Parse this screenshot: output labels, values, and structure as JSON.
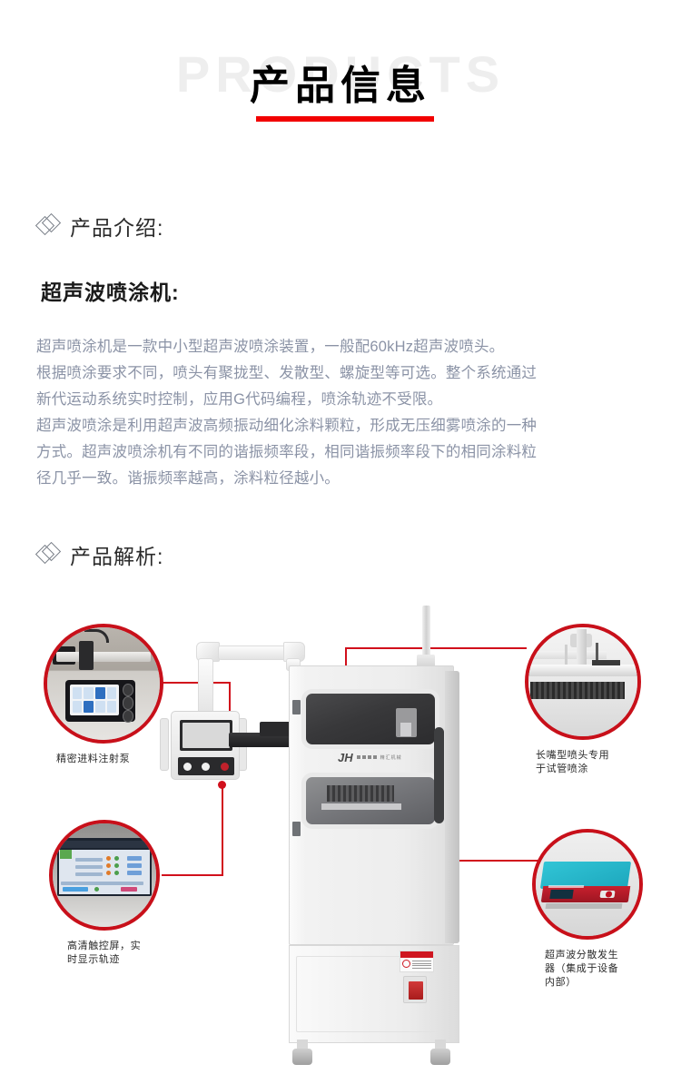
{
  "header": {
    "watermark": "PRODUCTS",
    "title": "产品信息",
    "accent_color": "#f20000"
  },
  "sections": [
    {
      "icon": "double-diamond-icon",
      "heading": "产品介绍:",
      "subtitle": "超声波喷涂机:",
      "body": "超声喷涂机是一款中小型超声波喷涂装置，一般配60kHz超声波喷头。\n根据喷涂要求不同，喷头有聚拢型、发散型、螺旋型等可选。整个系统通过\n新代运动系统实时控制，应用G代码编程，喷涂轨迹不受限。\n超声波喷涂是利用超声波高频振动细化涂料颗粒，形成无压细雾喷涂的一种\n方式。超声波喷涂机有不同的谐振频率段，相同谐振频率段下的相同涂料粒\n径几乎一致。谐振频率越高，涂料粒径越小。"
    },
    {
      "icon": "double-diamond-icon",
      "heading": "产品解析:"
    }
  ],
  "diagram": {
    "product_name": "超声波喷涂机",
    "machine_logo": "精汇机械",
    "line_color": "#d1101c",
    "bubble_border_color": "#c8101a",
    "callouts": [
      {
        "id": "top-left",
        "label": "精密进料注射泵",
        "photo": "syringe-pump-photo"
      },
      {
        "id": "bottom-left",
        "label": "高清触控屏，实\n时显示轨迹",
        "photo": "touchscreen-photo"
      },
      {
        "id": "top-right",
        "label": "长嘴型喷头专用\n于试管喷涂",
        "photo": "long-nozzle-gantry-photo"
      },
      {
        "id": "bottom-right",
        "label": "超声波分散发生\n器（集成于设备\n内部）",
        "photo": "ultrasonic-generator-photo"
      }
    ]
  }
}
